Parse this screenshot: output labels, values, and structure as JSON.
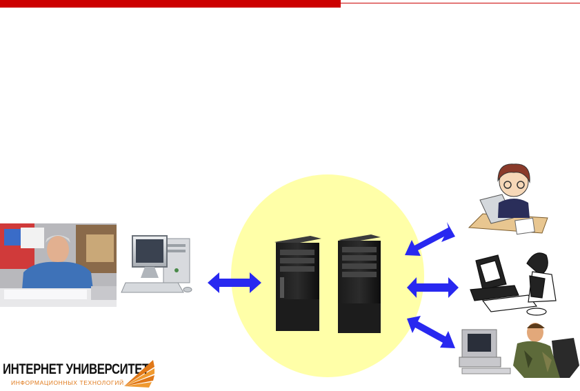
{
  "logo": {
    "title": "ИНТЕРНЕТ УНИВЕРСИТЕТ",
    "subtitle": "ИНФОРМАЦИОННЫХ ТЕХНОЛОГИЙ"
  },
  "icons": {
    "photo": "author-photo",
    "client_pc": "desktop-computer-icon",
    "servers": "server-tower-icon",
    "user1": "user-laptop-icon",
    "user2": "user-workstation-icon",
    "user3": "user-terminal-icon",
    "arrows": "double-arrow-icon"
  },
  "colors": {
    "header": "#cc0000",
    "server_zone": "#ffffa8",
    "arrows": "#2828f0",
    "logo_accent": "#e07818"
  }
}
